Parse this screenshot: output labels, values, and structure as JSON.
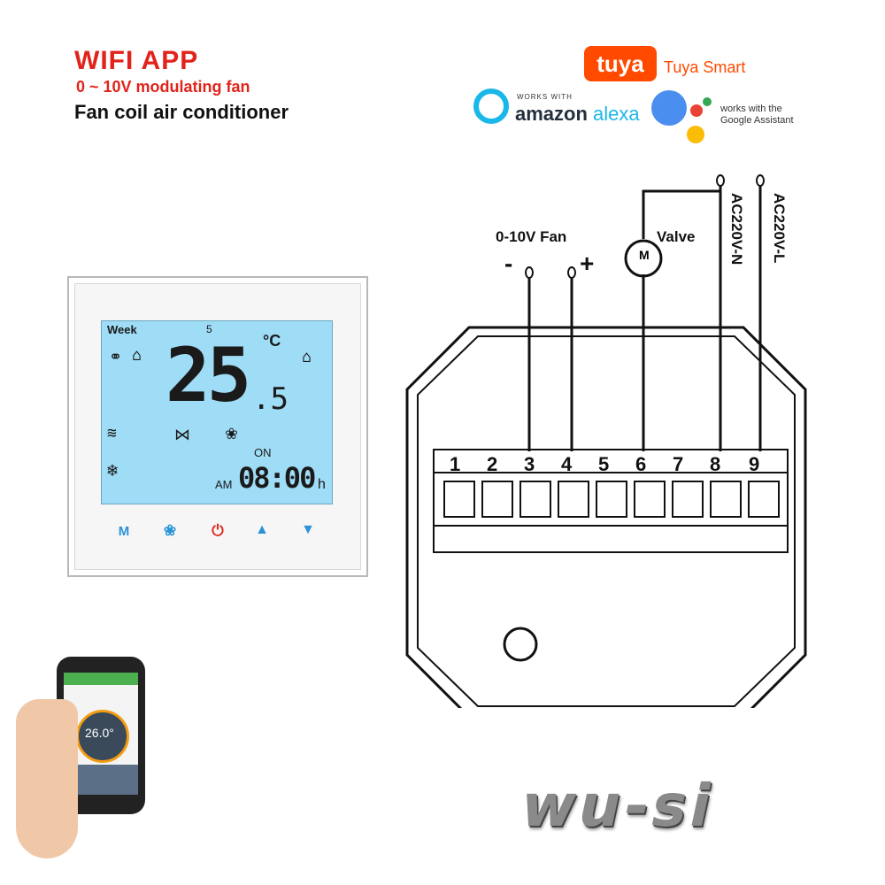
{
  "header": {
    "title": "WIFI APP",
    "subtitle": "0 ~ 10V modulating fan",
    "description": "Fan coil air conditioner"
  },
  "logos": {
    "tuya_mark": "tuya",
    "tuya_text": "Tuya Smart",
    "alexa_works_with": "WORKS WITH",
    "alexa_brand": "amazon",
    "alexa_name": "alexa",
    "google_text_line1": "works with the",
    "google_text_line2": "Google Assistant",
    "colors": {
      "tuya": "#ff4a00",
      "alexa": "#1ab8e8",
      "title": "#e0241b"
    }
  },
  "thermostat": {
    "week_label": "Week",
    "week_number": "5",
    "temperature_main": "25",
    "temperature_decimal": ".5",
    "unit": "°C",
    "on_label": "ON",
    "am_label": "AM",
    "clock": "08:00",
    "hour_suffix": "h",
    "buttons": [
      "M",
      "fan",
      "power",
      "up",
      "down"
    ],
    "lcd_color": "#9fdcf6"
  },
  "wiring": {
    "fan_label": "0-10V Fan",
    "minus_sign": "-",
    "plus_sign": "+",
    "valve_label": "Valve",
    "valve_symbol": "M",
    "neutral_label": "AC220V-N",
    "live_label": "AC220V-L",
    "terminals": [
      "1",
      "2",
      "3",
      "4",
      "5",
      "6",
      "7",
      "8",
      "9"
    ]
  },
  "phone": {
    "temperature": "26.0°"
  },
  "brand": "wu-si"
}
